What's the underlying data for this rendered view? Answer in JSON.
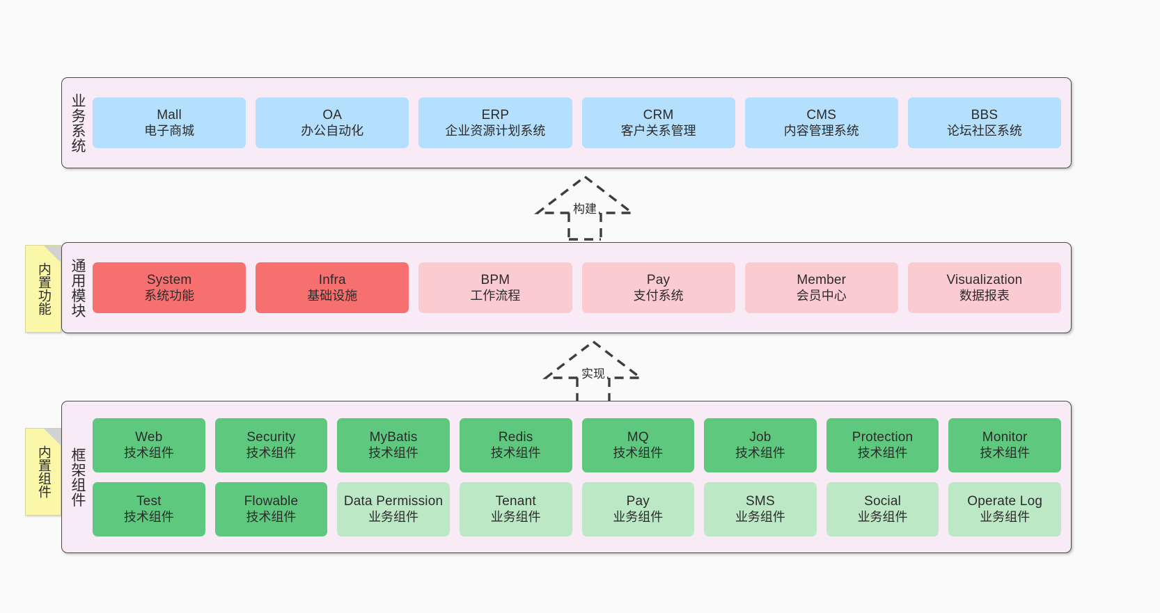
{
  "diagram": {
    "background_color": "#fafafa",
    "panel_color": "#f8ebf6",
    "panel_border_color": "#4a4a4a"
  },
  "layers": [
    {
      "id": "business",
      "caption": "业务系统",
      "item_color": "#b4dffd",
      "items": [
        {
          "en": "Mall",
          "cn": "电子商城"
        },
        {
          "en": "OA",
          "cn": "办公自动化"
        },
        {
          "en": "ERP",
          "cn": "企业资源计划系统"
        },
        {
          "en": "CRM",
          "cn": "客户关系管理"
        },
        {
          "en": "CMS",
          "cn": "内容管理系统"
        },
        {
          "en": "BBS",
          "cn": "论坛社区系统"
        }
      ]
    },
    {
      "id": "modules",
      "caption": "通用模块",
      "note": "内置功能",
      "items": [
        {
          "en": "System",
          "cn": "系统功能",
          "color": "#f5706f"
        },
        {
          "en": "Infra",
          "cn": "基础设施",
          "color": "#f5706f"
        },
        {
          "en": "BPM",
          "cn": "工作流程",
          "color": "#fbcbd2"
        },
        {
          "en": "Pay",
          "cn": "支付系统",
          "color": "#fbcbd2"
        },
        {
          "en": "Member",
          "cn": "会员中心",
          "color": "#fbcbd2"
        },
        {
          "en": "Visualization",
          "cn": "数据报表",
          "color": "#fbcbd2"
        }
      ]
    },
    {
      "id": "framework",
      "caption": "框架组件",
      "note": "内置组件",
      "tech_color": "#5ec97e",
      "biz_color": "#bce8c6",
      "row_tech": [
        {
          "en": "Web",
          "cn": "技术组件"
        },
        {
          "en": "Security",
          "cn": "技术组件"
        },
        {
          "en": "MyBatis",
          "cn": "技术组件"
        },
        {
          "en": "Redis",
          "cn": "技术组件"
        },
        {
          "en": "MQ",
          "cn": "技术组件"
        },
        {
          "en": "Job",
          "cn": "技术组件"
        },
        {
          "en": "Protection",
          "cn": "技术组件"
        },
        {
          "en": "Monitor",
          "cn": "技术组件"
        }
      ],
      "row_biz": [
        {
          "en": "Test",
          "cn": "技术组件",
          "color": "#5ec97e"
        },
        {
          "en": "Flowable",
          "cn": "技术组件",
          "color": "#5ec97e"
        },
        {
          "en": "Data Permission",
          "cn": "业务组件",
          "color": "#bce8c6"
        },
        {
          "en": "Tenant",
          "cn": "业务组件",
          "color": "#bce8c6"
        },
        {
          "en": "Pay",
          "cn": "业务组件",
          "color": "#bce8c6"
        },
        {
          "en": "SMS",
          "cn": "业务组件",
          "color": "#bce8c6"
        },
        {
          "en": "Social",
          "cn": "业务组件",
          "color": "#bce8c6"
        },
        {
          "en": "Operate Log",
          "cn": "业务组件",
          "color": "#bce8c6"
        }
      ]
    }
  ],
  "connectors": [
    {
      "id": "build",
      "label": "构建"
    },
    {
      "id": "implement",
      "label": "实现"
    }
  ]
}
